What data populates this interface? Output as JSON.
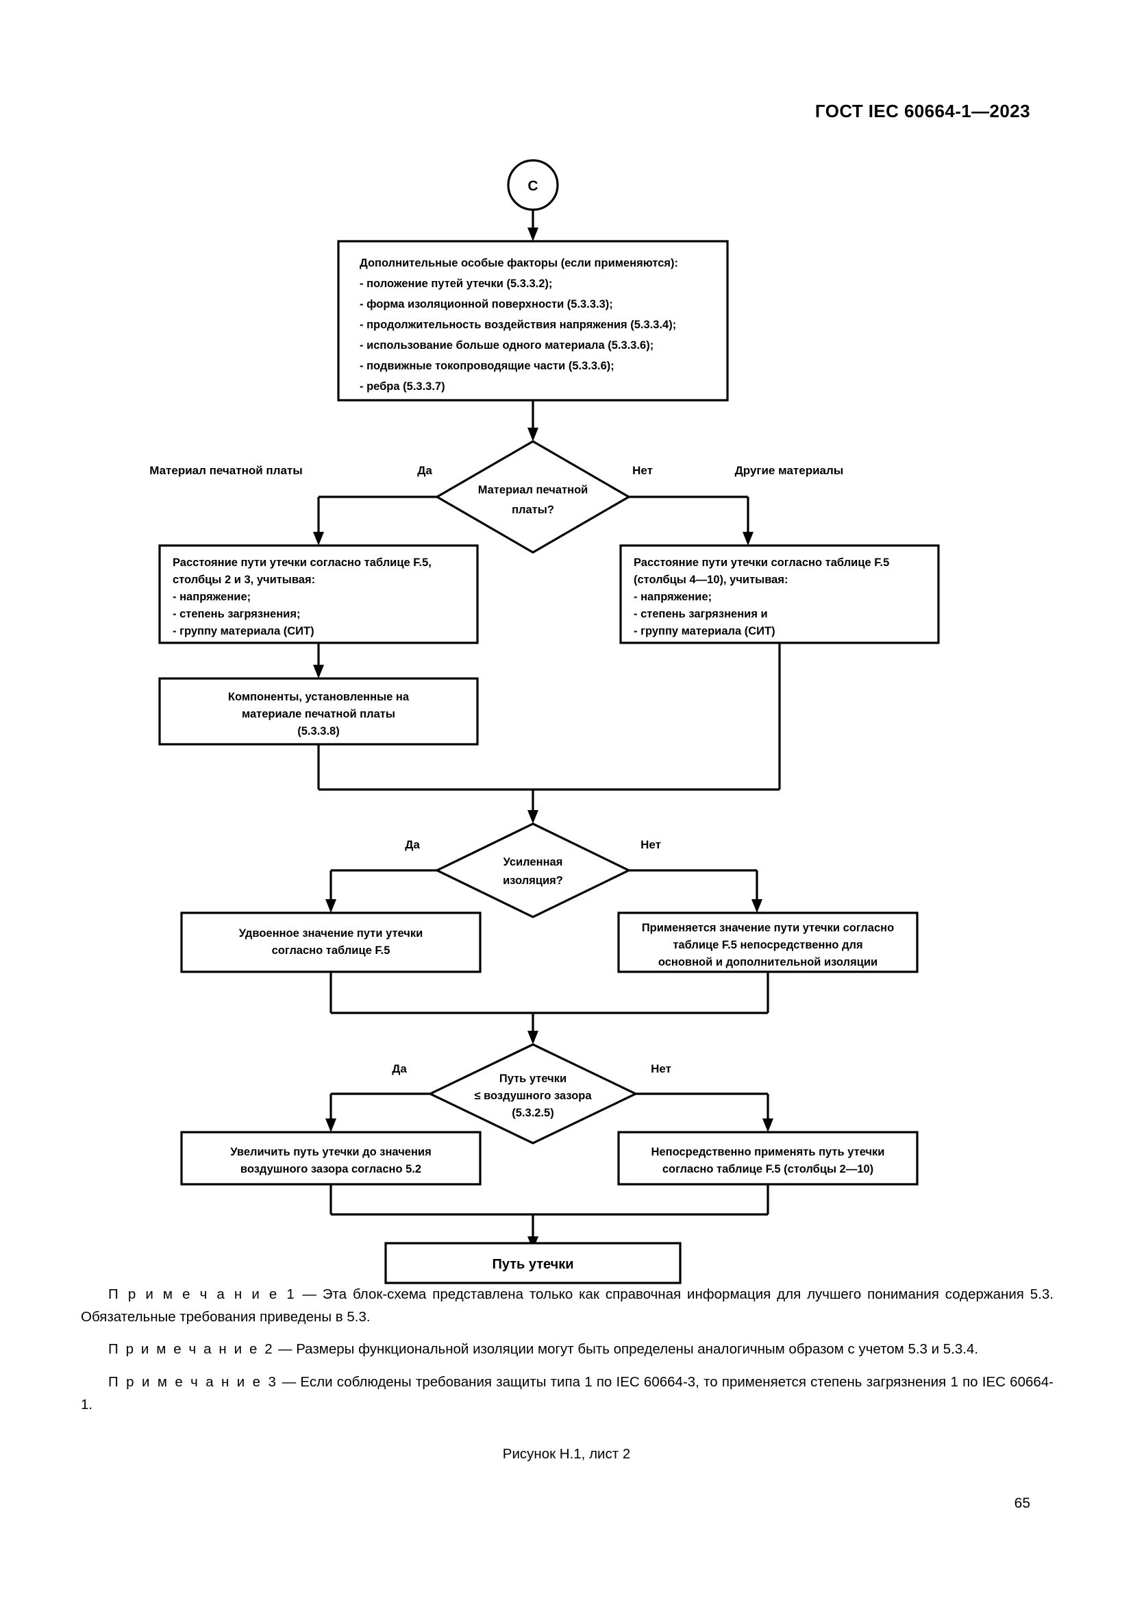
{
  "header": {
    "standard_title": "ГОСТ IEC 60664-1—2023"
  },
  "flowchart": {
    "connector_in": {
      "label": "C"
    },
    "box_factors": {
      "lines": [
        "Дополнительные особые факторы (если применяются):",
        "- положение путей утечки (5.3.3.2);",
        "- форма изоляционной поверхности (5.3.3.3);",
        "- продолжительность воздействия напряжения (5.3.3.4);",
        "- использование больше одного материала (5.3.3.6);",
        "- подвижные токопроводящие части (5.3.3.6);",
        "- ребра (5.3.3.7)"
      ]
    },
    "decision_pcb": {
      "lines": [
        "Материал печатной",
        "платы?"
      ],
      "left_outer_label": "Материал печатной платы",
      "left_label": "Да",
      "right_label": "Нет",
      "right_outer_label": "Другие материалы"
    },
    "box_left_table": {
      "lines": [
        "Расстояние пути утечки согласно таблице F.5,",
        "столбцы 2 и 3, учитывая:",
        "- напряжение;",
        "- степень загрязнения;",
        "- группу материала (СИТ)"
      ]
    },
    "box_right_table": {
      "lines": [
        "Расстояние пути утечки согласно таблице F.5",
        "(столбцы 4—10), учитывая:",
        "- напряжение;",
        "- степень загрязнения и",
        "- группу материала (СИТ)"
      ]
    },
    "box_components": {
      "lines": [
        "Компоненты, установленные на",
        "материале печатной платы",
        "(5.3.3.8)"
      ]
    },
    "decision_reinforced": {
      "lines": [
        "Усиленная",
        "изоляция?"
      ],
      "left_label": "Да",
      "right_label": "Нет"
    },
    "box_doubled": {
      "lines": [
        "Удвоенное значение пути утечки",
        "согласно таблице F.5"
      ]
    },
    "box_direct_apply": {
      "lines": [
        "Применяется значение пути утечки согласно",
        "таблице F.5 непосредственно для",
        "основной и дополнительной изоляции"
      ]
    },
    "decision_clearance": {
      "lines": [
        "Путь утечки",
        "≤ воздушного зазора",
        "(5.3.2.5)"
      ],
      "left_label": "Да",
      "right_label": "Нет"
    },
    "box_increase": {
      "lines": [
        "Увеличить   путь утечки до значения",
        "воздушного зазора  согласно 5.2"
      ]
    },
    "box_apply_direct": {
      "lines": [
        "Непосредственно применять   путь утечки",
        "согласно таблице F.5 (столбцы 2—10)"
      ]
    },
    "box_terminal": {
      "label": "Путь утечки"
    }
  },
  "notes": {
    "note1_keyword": "П р и м е ч а н и е  1",
    "note1_text": " — Эта блок-схема представлена только как справочная информация для лучшего понимания содержания 5.3. Обязательные требования приведены в 5.3.",
    "note2_keyword": "П р и м е ч а н и е  2",
    "note2_text": " — Размеры функциональной изоляции могут быть определены аналогичным образом с учетом 5.3 и 5.3.4.",
    "note3_keyword": "П р и м е ч а н и е  3",
    "note3_text": " — Если соблюдены требования защиты типа 1 по IEC 60664-3, то применяется степень загрязнения 1 по IEC 60664-1."
  },
  "figure_caption": "Рисунок Н.1, лист 2",
  "page_number": "65"
}
